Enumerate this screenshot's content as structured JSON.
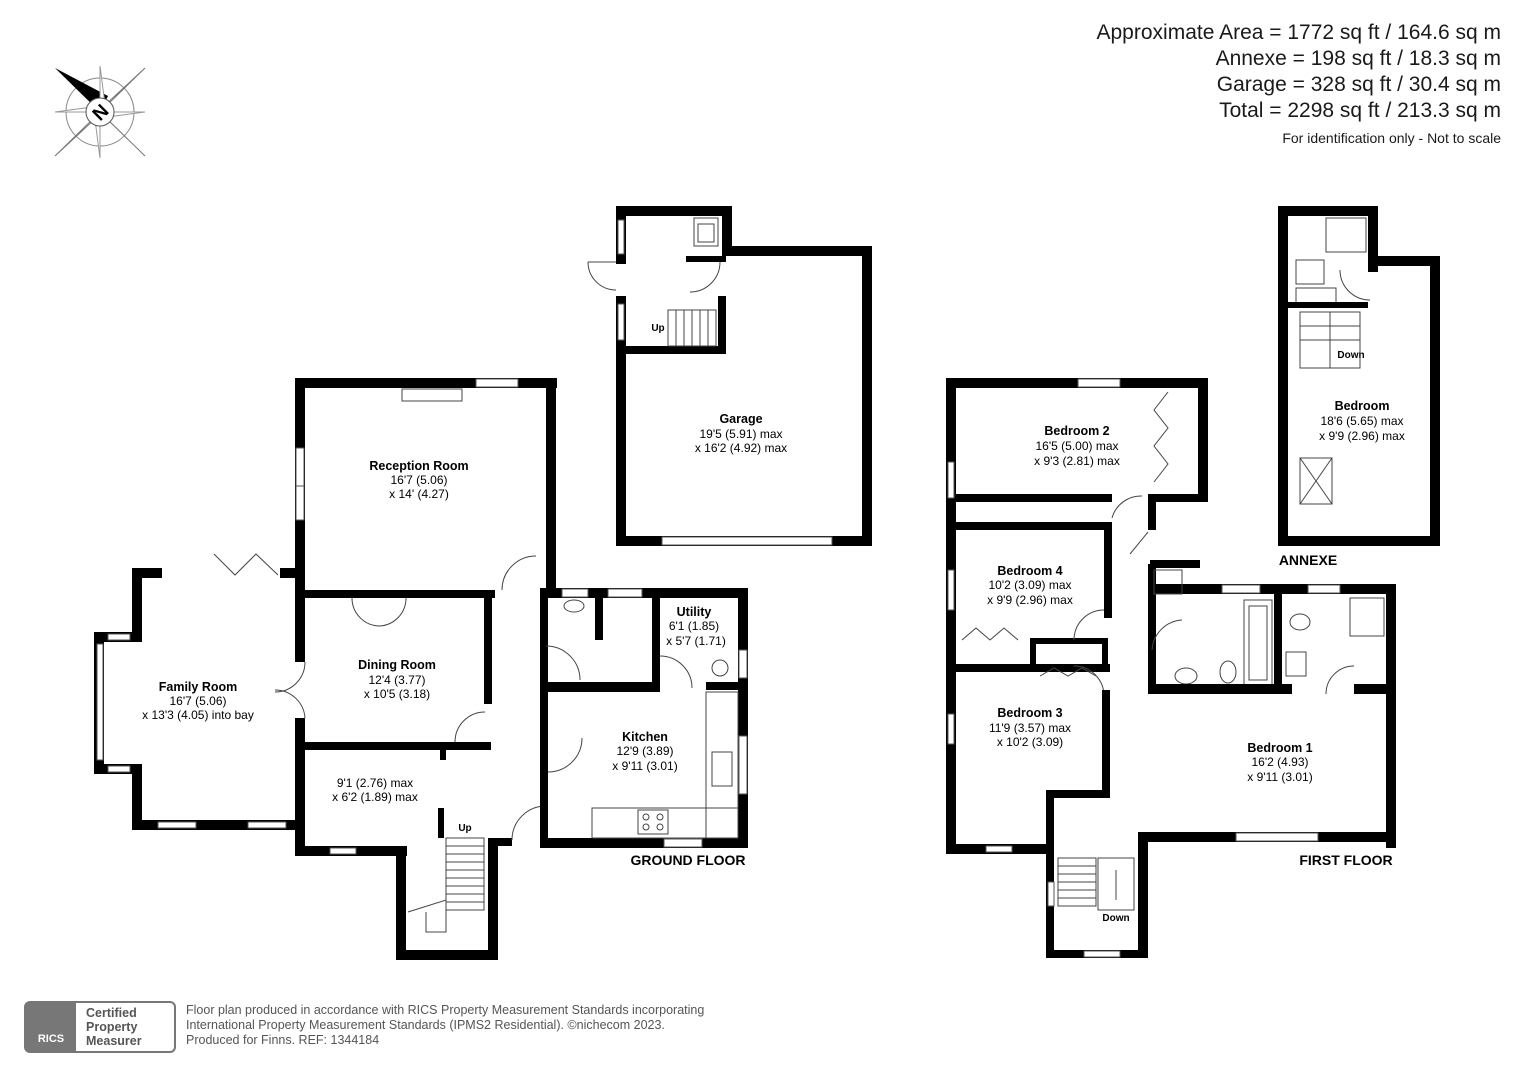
{
  "areas": {
    "approx": "Approximate Area = 1772 sq ft / 164.6 sq m",
    "annexe": "Annexe = 198 sq ft / 18.3 sq m",
    "garage": "Garage = 328 sq ft / 30.4 sq m",
    "total": "Total = 2298 sq ft / 213.3 sq m",
    "note": "For identification only - Not to scale"
  },
  "compass": {
    "letter": "N"
  },
  "floors": {
    "ground": "GROUND FLOOR",
    "first": "FIRST FLOOR",
    "annexe": "ANNEXE"
  },
  "rooms": {
    "reception": {
      "name": "Reception Room",
      "d1": "16'7 (5.06)",
      "d2": "x 14' (4.27)"
    },
    "garage": {
      "name": "Garage",
      "d1": "19'5 (5.91) max",
      "d2": "x 16'2 (4.92) max"
    },
    "family": {
      "name": "Family Room",
      "d1": "16'7 (5.06)",
      "d2": "x 13'3 (4.05) into bay"
    },
    "dining": {
      "name": "Dining Room",
      "d1": "12'4 (3.77)",
      "d2": "x 10'5 (3.18)"
    },
    "utility": {
      "name": "Utility",
      "d1": "6'1 (1.85)",
      "d2": "x 5'7 (1.71)"
    },
    "kitchen": {
      "name": "Kitchen",
      "d1": "12'9 (3.89)",
      "d2": "x 9'11 (3.01)"
    },
    "study": {
      "d1": "9'1 (2.76) max",
      "d2": "x 6'2 (1.89) max"
    },
    "bed2": {
      "name": "Bedroom 2",
      "d1": "16'5 (5.00) max",
      "d2": "x 9'3 (2.81) max"
    },
    "bed4": {
      "name": "Bedroom 4",
      "d1": "10'2 (3.09) max",
      "d2": "x 9'9 (2.96) max"
    },
    "bed3": {
      "name": "Bedroom 3",
      "d1": "11'9 (3.57) max",
      "d2": "x 10'2 (3.09)"
    },
    "bed1": {
      "name": "Bedroom 1",
      "d1": "16'2 (4.93)",
      "d2": "x 9'11 (3.01)"
    },
    "annexe_bed": {
      "name": "Bedroom",
      "d1": "18'6 (5.65) max",
      "d2": "x 9'9 (2.96) max"
    }
  },
  "stairs": {
    "up1": "Up",
    "up2": "Up",
    "down1": "Down",
    "down2": "Down"
  },
  "footer": {
    "line1": "Floor plan produced in accordance with RICS Property Measurement Standards incorporating",
    "line2": "International Property Measurement Standards (IPMS2 Residential).   ©nichecom 2023.",
    "line3": "Produced for Finns.   REF: 1344184"
  },
  "badge": {
    "logo": "RICS",
    "l1": "Certified",
    "l2": "Property",
    "l3": "Measurer"
  }
}
